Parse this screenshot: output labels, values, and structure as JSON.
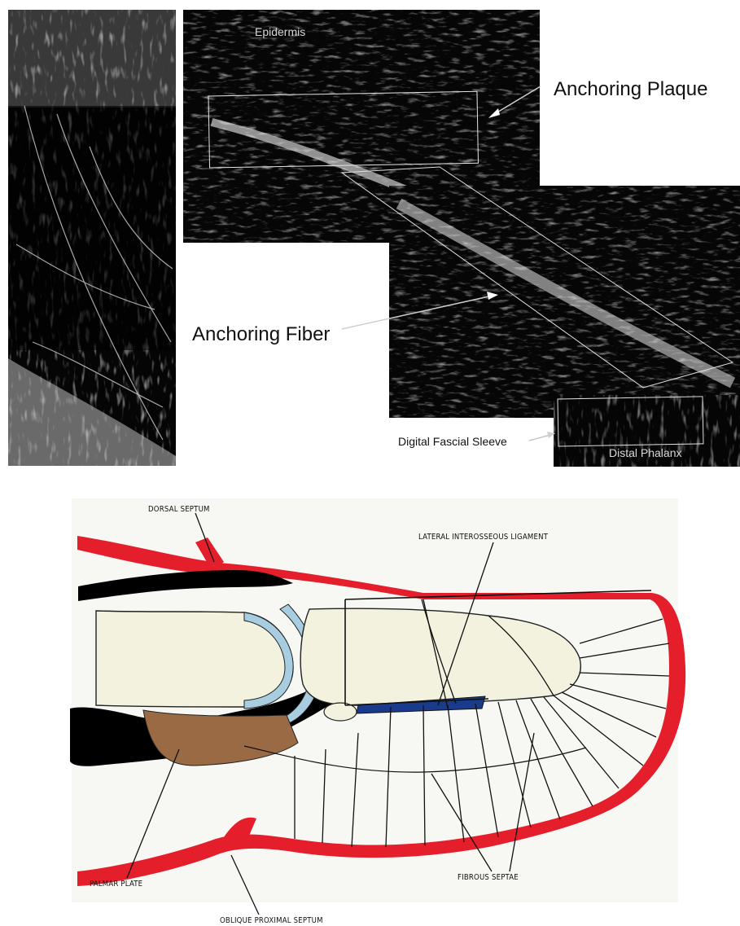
{
  "micrograph": {
    "epidermis_label": "Epidermis",
    "anchoring_plaque_label": "Anchoring Plaque",
    "anchoring_fiber_label": "Anchoring Fiber",
    "digital_fascial_sleeve_label": "Digital Fascial Sleeve",
    "distal_phalanx_label": "Distal Phalanx"
  },
  "schematic": {
    "dorsal_septum_label": "DORSAL SEPTUM",
    "lateral_interosseous_ligament_label": "LATERAL INTEROSSEOUS LIGAMENT",
    "palmar_plate_label": "PALMAR PLATE",
    "oblique_proximal_septum_label": "OBLIQUE PROXIMAL SEPTUM",
    "fibrous_septae_label": "FIBROUS SEPTAE"
  },
  "colors": {
    "septum_red": "#e41e2b",
    "bone_cream": "#f2f2df",
    "cartilage_blue": "#a9cde0",
    "palmar_plate_brown": "#9a6a45",
    "ligament_navy": "#1a3a8c",
    "skin_black": "#000000",
    "micrograph_dark": "#0a0a0a"
  }
}
